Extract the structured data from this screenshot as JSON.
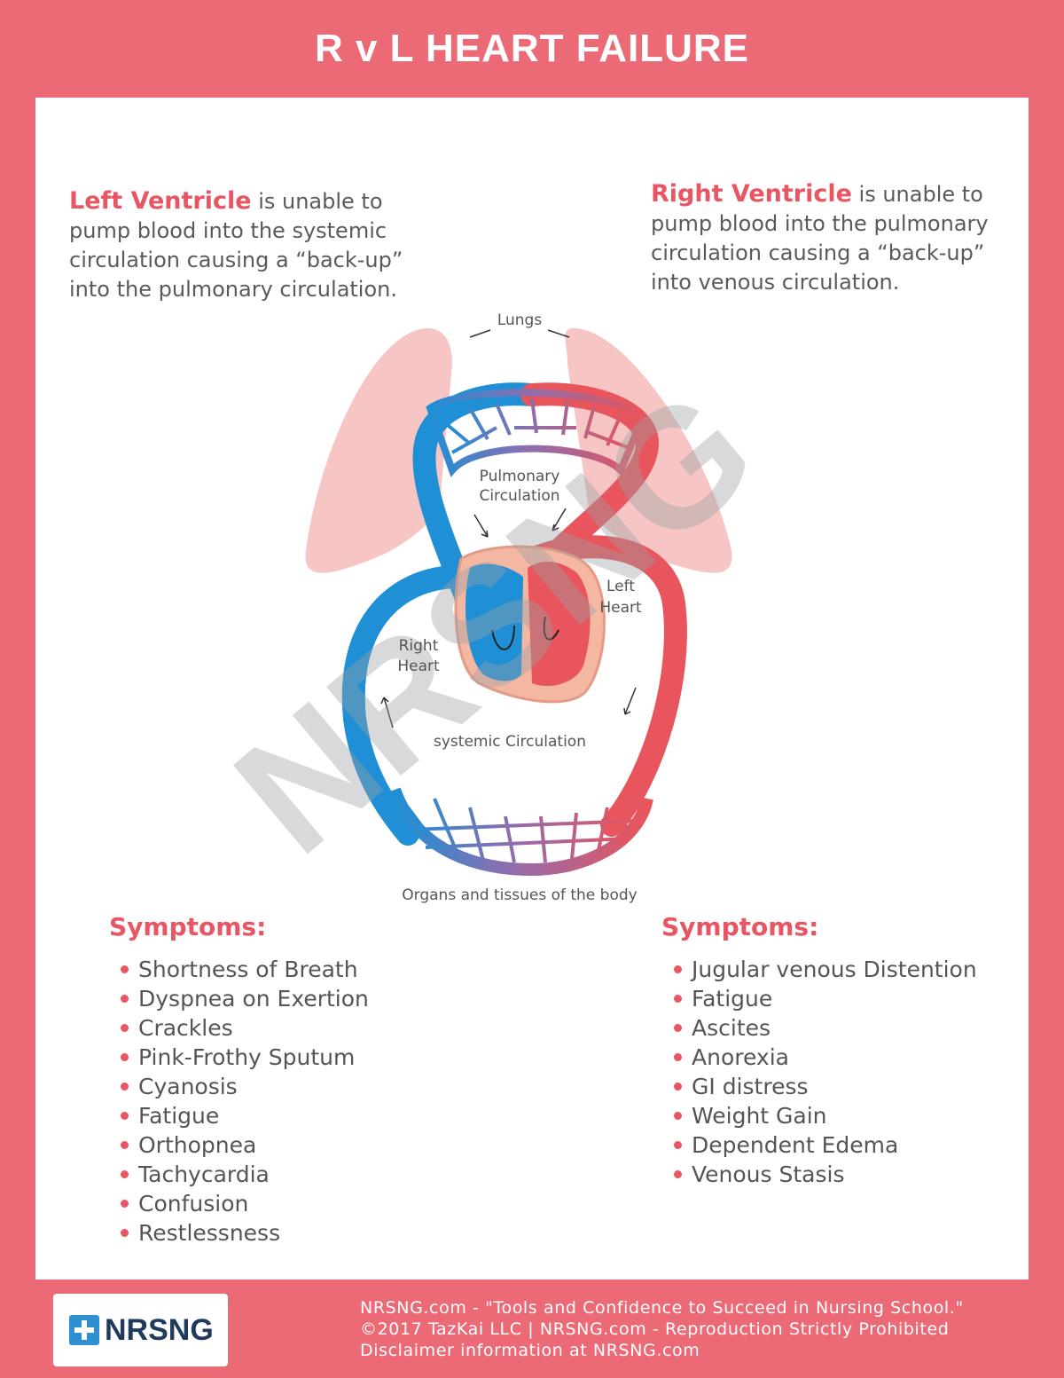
{
  "title": "R v L HEART FAILURE",
  "left_description": {
    "highlight": "Left Ventricle",
    "text": " is unable to pump blood into the systemic circulation  causing a “back-up” into the pulmonary circulation."
  },
  "right_description": {
    "highlight": "Right Ventricle",
    "text": " is unable to pump blood into the pulmonary circulation  causing a “back-up” into venous circulation."
  },
  "diagram_labels": {
    "lungs": "Lungs",
    "pulmonary_1": "Pulmonary",
    "pulmonary_2": "Circulation",
    "left_heart_1": "Left",
    "left_heart_2": "Heart",
    "right_heart_1": "Right",
    "right_heart_2": "Heart",
    "systemic": "systemic Circulation",
    "organs": "Organs and tissues of the body"
  },
  "watermark": "NRSNG",
  "left_symptoms": {
    "title": "Symptoms:",
    "items": [
      "Shortness of Breath",
      "Dyspnea on Exertion",
      "Crackles",
      "Pink-Frothy Sputum",
      "Cyanosis",
      "Fatigue",
      "Orthopnea",
      "Tachycardia",
      "Confusion",
      "Restlessness"
    ]
  },
  "right_symptoms": {
    "title": "Symptoms:",
    "items": [
      "Jugular venous Distention",
      "Fatigue",
      "Ascites",
      "Anorexia",
      "GI distress",
      "Weight Gain",
      "Dependent Edema",
      "Venous Stasis"
    ]
  },
  "logo": {
    "text": "NRSNG"
  },
  "footer": {
    "line1": "NRSNG.com - \"Tools and Confidence to Succeed in Nursing School.\"",
    "line2": "©2017 TazKai LLC | NRSNG.com - Reproduction Strictly Prohibited",
    "line3": "Disclaimer information at NRSNG.com"
  },
  "colors": {
    "frame": "#ec6a76",
    "accent": "#e85563",
    "venous_blue": "#1f8fd6",
    "arterial_red": "#e8555c",
    "lung_pink": "#f7c6c4"
  }
}
